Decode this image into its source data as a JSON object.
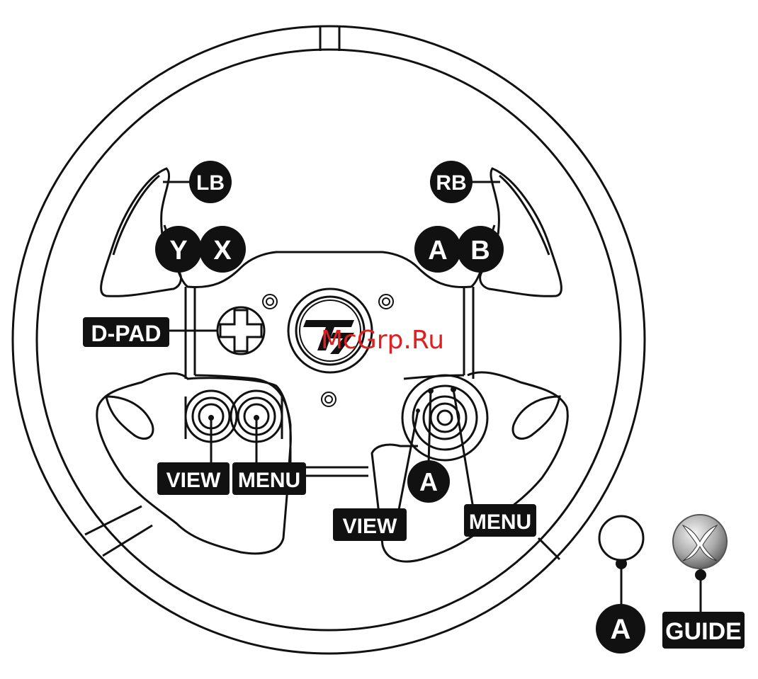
{
  "labels": {
    "lb": "LB",
    "rb": "RB",
    "y": "Y",
    "x": "X",
    "a": "A",
    "b": "B",
    "dpad": "D-PAD",
    "view_left": "VIEW",
    "menu_left": "MENU",
    "a_right": "A",
    "view_right": "VIEW",
    "menu_right": "MENU",
    "a_legend": "A",
    "guide": "GUIDE"
  },
  "watermark": "McGrp.Ru",
  "icons": [
    "thrustmaster-logo-icon",
    "xbox-guide-icon",
    "dpad-icon"
  ],
  "colors": {
    "line": "#111111",
    "label_bg": "#111111",
    "label_text": "#ffffff",
    "watermark": "#e02020"
  }
}
